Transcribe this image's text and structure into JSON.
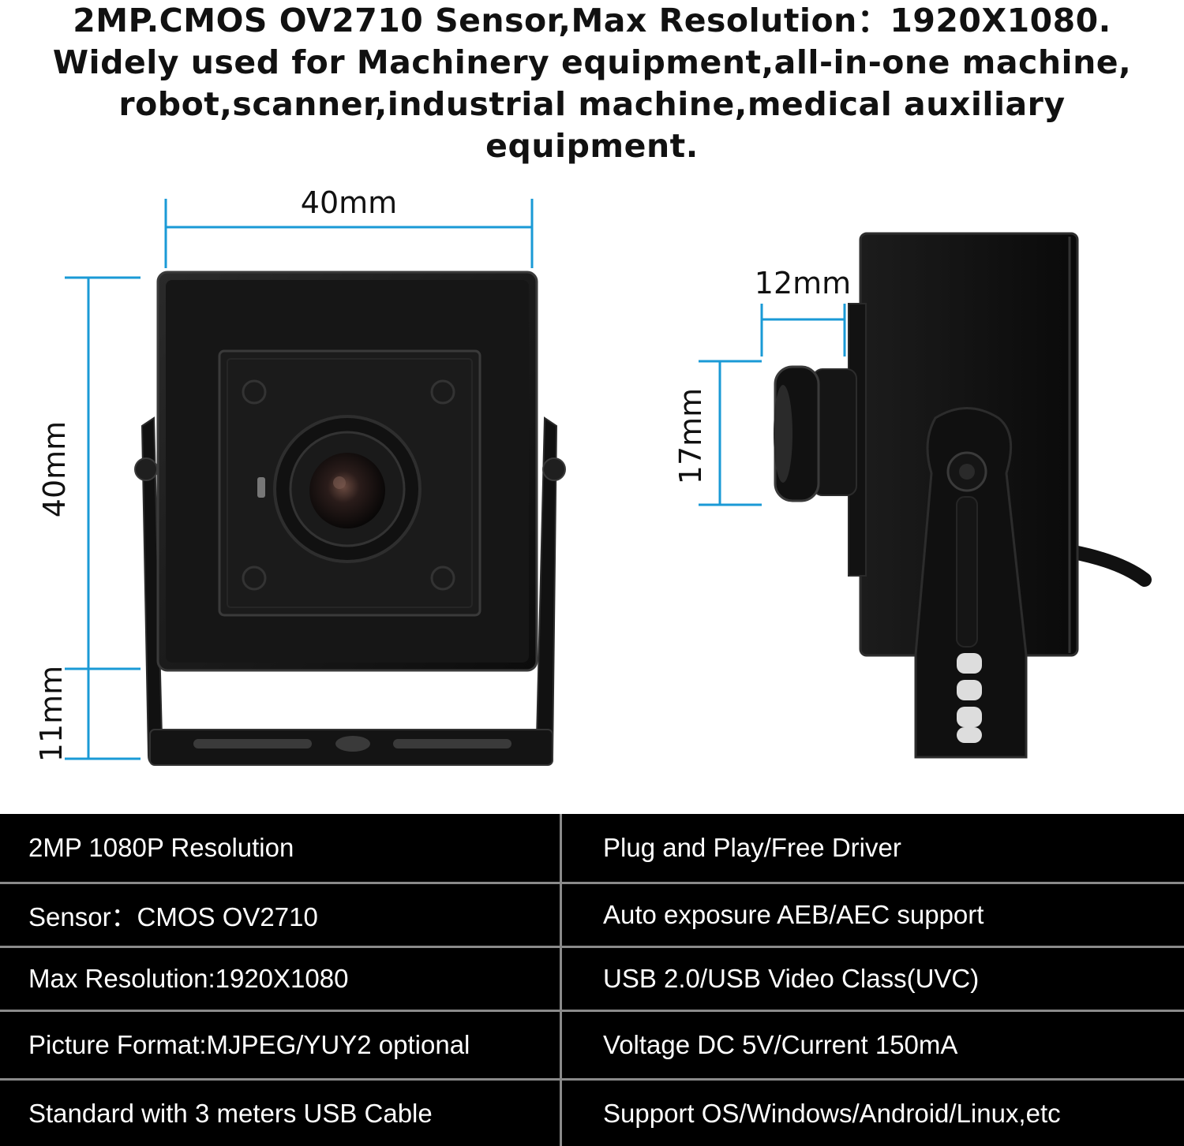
{
  "headline": {
    "lines": [
      "2MP.CMOS OV2710 Sensor,Max Resolution：1920X1080.",
      "Widely used for Machinery equipment,all-in-one machine,",
      "robot,scanner,industrial machine,medical auxiliary",
      "equipment."
    ]
  },
  "dimensions": {
    "front_width": "40mm",
    "front_height": "40mm",
    "bracket_height": "11mm",
    "lens_length": "12mm",
    "lens_diameter": "17mm"
  },
  "specs": {
    "rows": [
      {
        "left": "2MP 1080P Resolution",
        "right": "Plug and Play/Free Driver"
      },
      {
        "left": "Sensor：CMOS OV2710",
        "right": "Auto exposure AEB/AEC support"
      },
      {
        "left": "Max Resolution:1920X1080",
        "right": "USB 2.0/USB Video Class(UVC)"
      },
      {
        "left": "Picture Format:MJPEG/YUY2 optional",
        "right": "Voltage DC 5V/Current 150mA"
      },
      {
        "left": "Standard with 3 meters USB Cable",
        "right": "Support OS/Windows/Android/Linux,etc"
      }
    ]
  },
  "colors": {
    "dimension_line": "#1a9ad6",
    "camera_body": "#141414",
    "spec_background": "#000000",
    "spec_text": "#ffffff"
  }
}
